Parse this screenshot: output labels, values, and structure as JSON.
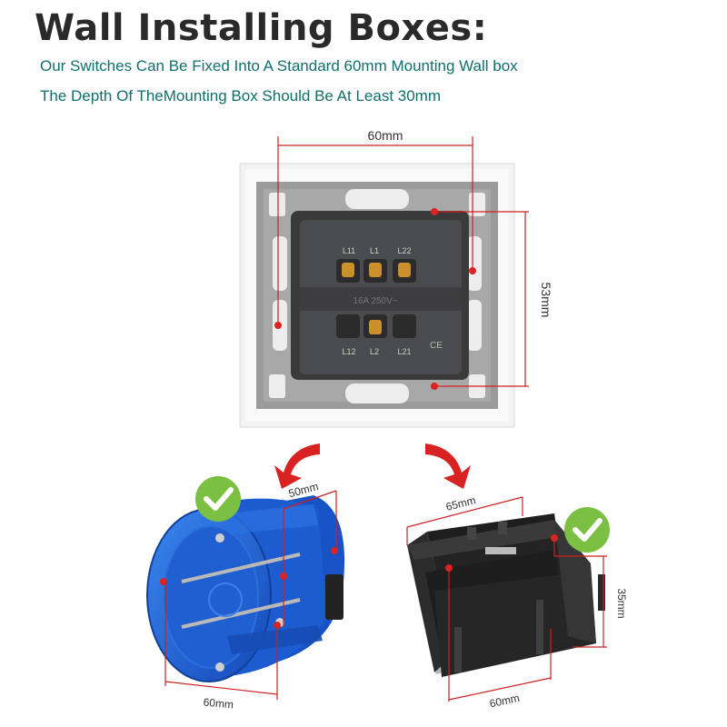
{
  "header": {
    "title": "Wall Installing Boxes:",
    "line1": "Our Switches Can Be Fixed Into A Standard 60mm Mounting Wall box",
    "line2": "The Depth Of TheMounting Box Should Be At Least 30mm"
  },
  "switch": {
    "width_label": "60mm",
    "height_label": "53mm",
    "terminals_top": [
      "L11",
      "L1",
      "L22"
    ],
    "terminals_bottom": [
      "L12",
      "L2",
      "L21"
    ],
    "rating": "16A 250V~",
    "mark": "CE"
  },
  "round_box": {
    "depth_label": "50mm",
    "diameter_label": "60mm"
  },
  "square_box": {
    "top_label": "65mm",
    "depth_label": "35mm",
    "bottom_label": "60mm"
  },
  "colors": {
    "accent_text": "#0f6f6c",
    "dim_line": "#cc2222",
    "check": "#7bc043",
    "round_box": "#1e63d6",
    "square_box": "#2b2b2b"
  },
  "icons": [
    "check-icon",
    "arrow-left-icon",
    "arrow-right-icon"
  ]
}
